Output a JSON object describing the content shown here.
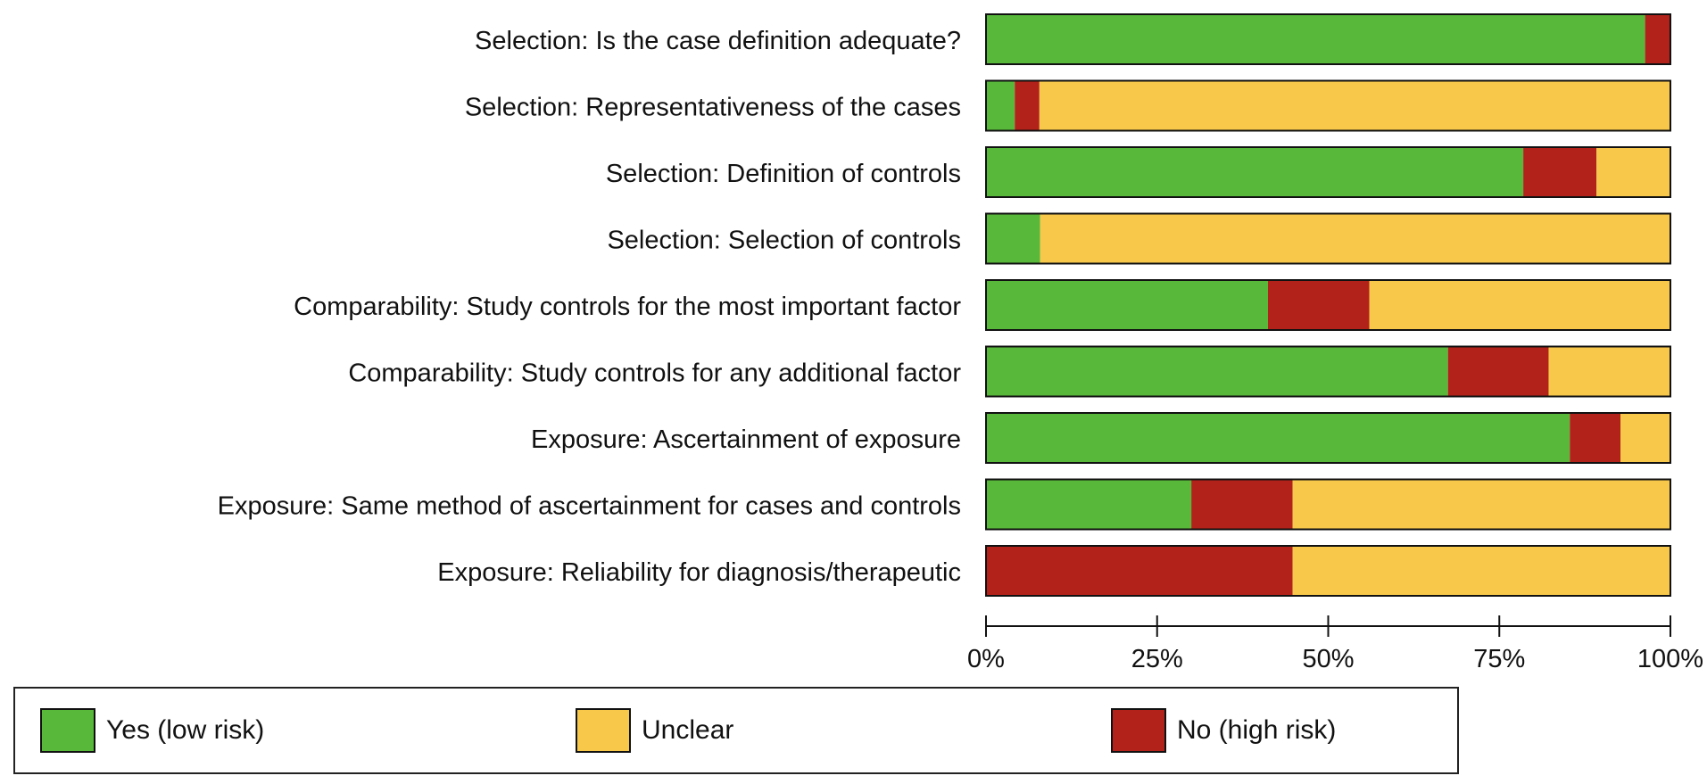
{
  "chart_data": {
    "type": "bar",
    "orientation": "horizontal",
    "stacked": true,
    "categories": [
      "Selection: Is the case definition adequate?",
      "Selection: Representativeness of the cases",
      "Selection: Definition of controls",
      "Selection: Selection of controls",
      "Comparability: Study controls for the most important factor",
      "Comparability: Study controls for any additional factor",
      "Exposure: Ascertainment of exposure",
      "Exposure: Same method of ascertainment for cases and controls",
      "Exposure: Reliability for diagnosis/therapeutic"
    ],
    "series": [
      {
        "name": "Yes (low risk)",
        "color": "#57b839",
        "values": [
          96.3,
          4.2,
          78.5,
          7.9,
          41.2,
          67.5,
          85.3,
          30.0,
          0.0
        ]
      },
      {
        "name": "No (high risk)",
        "color": "#b3221a",
        "values": [
          3.7,
          3.6,
          10.7,
          0.0,
          14.8,
          14.7,
          7.4,
          14.8,
          44.8
        ]
      },
      {
        "name": "Unclear",
        "color": "#f7c84a",
        "values": [
          0.0,
          92.2,
          10.8,
          92.1,
          44.0,
          17.8,
          7.3,
          55.2,
          55.2
        ]
      }
    ],
    "xticks": [
      "0%",
      "25%",
      "50%",
      "75%",
      "100%"
    ],
    "xlim": [
      0,
      100
    ],
    "legend": {
      "position": "bottom",
      "items": [
        {
          "label": "Yes (low risk)",
          "color": "#57b839"
        },
        {
          "label": "Unclear",
          "color": "#f7c84a"
        },
        {
          "label": "No (high risk)",
          "color": "#b3221a"
        }
      ]
    }
  }
}
